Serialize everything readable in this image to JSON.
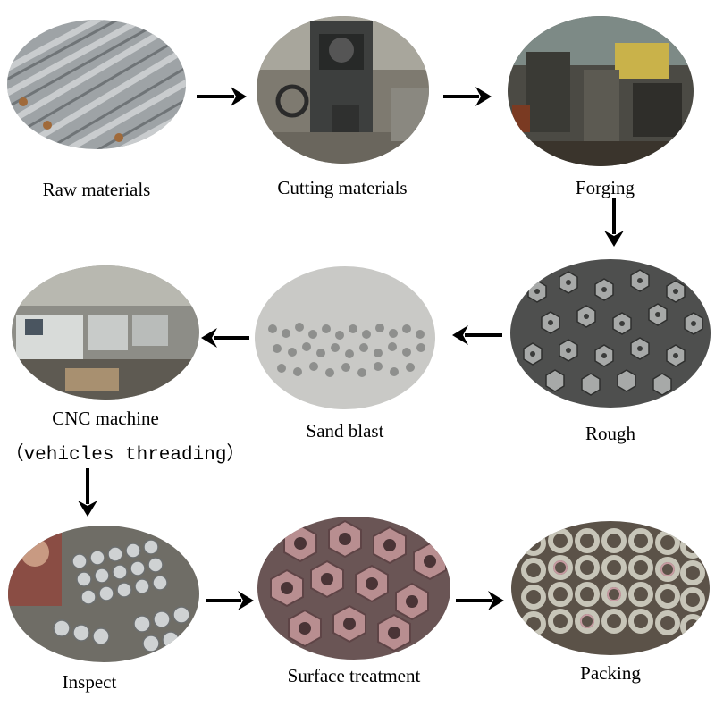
{
  "steps": [
    {
      "id": "raw",
      "label": "Raw materials"
    },
    {
      "id": "cutting",
      "label": "Cutting materials"
    },
    {
      "id": "forging",
      "label": "Forging"
    },
    {
      "id": "rough",
      "label": "Rough"
    },
    {
      "id": "sand",
      "label": "Sand blast"
    },
    {
      "id": "cnc",
      "label": "CNC machine",
      "sublabel": "（vehicles threading）"
    },
    {
      "id": "inspect",
      "label": "Inspect"
    },
    {
      "id": "surface",
      "label": "Surface treatment"
    },
    {
      "id": "packing",
      "label": "Packing"
    }
  ],
  "arrow_color": "#000000"
}
